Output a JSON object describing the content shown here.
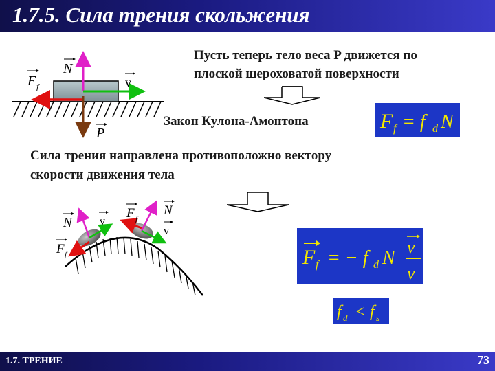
{
  "title": "1.7.5. Сила трения скольжения",
  "intro_line1": "Пусть теперь тело веса P движется по",
  "intro_line2": "плоской шероховатой поверхности",
  "law_name": "Закон Кулона-Амонтона",
  "friction_line1": "Сила трения направлена противоположно вектору",
  "friction_line2": "скорости движения тела",
  "labels": {
    "N": "N",
    "F": "F",
    "f_sub": "f",
    "v": "v",
    "P": "P"
  },
  "formulas": {
    "law": {
      "lhs": "F",
      "lhs_sub": "f",
      "eq": "= f",
      "rhs_sub": "d",
      "rhs_tail": "N"
    },
    "vector": {
      "lhs": "F",
      "lhs_sub": "f",
      "eq": "= − f",
      "rhs_sub": "d",
      "mid": "N",
      "num": "v",
      "den": "v"
    },
    "inequality": {
      "a": "f",
      "a_sub": "d",
      "op": "<",
      "b": "f",
      "b_sub": "s"
    }
  },
  "footer_label": "1.7. ТРЕНИЕ",
  "page_number": "73",
  "colors": {
    "title_bar": "#1a1a80",
    "formula_bg": "#1c36c6",
    "formula_text": "#f2e600",
    "arrow_normal": "#e020c8",
    "arrow_velocity": "#10c010",
    "arrow_friction": "#e01010",
    "arrow_weight": "#7a3a10"
  }
}
